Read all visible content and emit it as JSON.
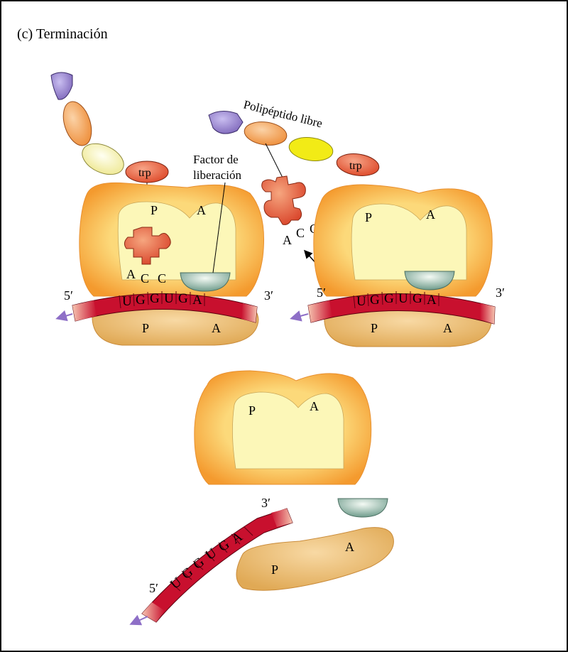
{
  "title": "(c) Terminación",
  "labels": {
    "release_factor_line1": "Factor de",
    "release_factor_line2": "liberación",
    "free_polypeptide": "Polipéptido libre",
    "amino_acid": "trp",
    "site_p": "P",
    "site_a": "A",
    "five_prime": "5′",
    "three_prime": "3′"
  },
  "trna_acceptor": [
    "A",
    "C",
    "C"
  ],
  "mrna_codons": [
    "U",
    "G",
    "G",
    "U",
    "G",
    "A"
  ],
  "colors": {
    "ribosome_outer": "#F5A33C",
    "ribosome_inner": "#FCF7B8",
    "small_subunit": "#E8B66A",
    "mrna": "#C8102E",
    "trna": "#E8553A",
    "release_factor": "#7FA99A",
    "bead_purple": "#8E7BC4",
    "bead_orange": "#F2A65A",
    "bead_pale": "#F7F3A8",
    "bead_yellow": "#F2EB16",
    "bead_red": "#E5532F",
    "arrow": "#8E6FC7"
  }
}
